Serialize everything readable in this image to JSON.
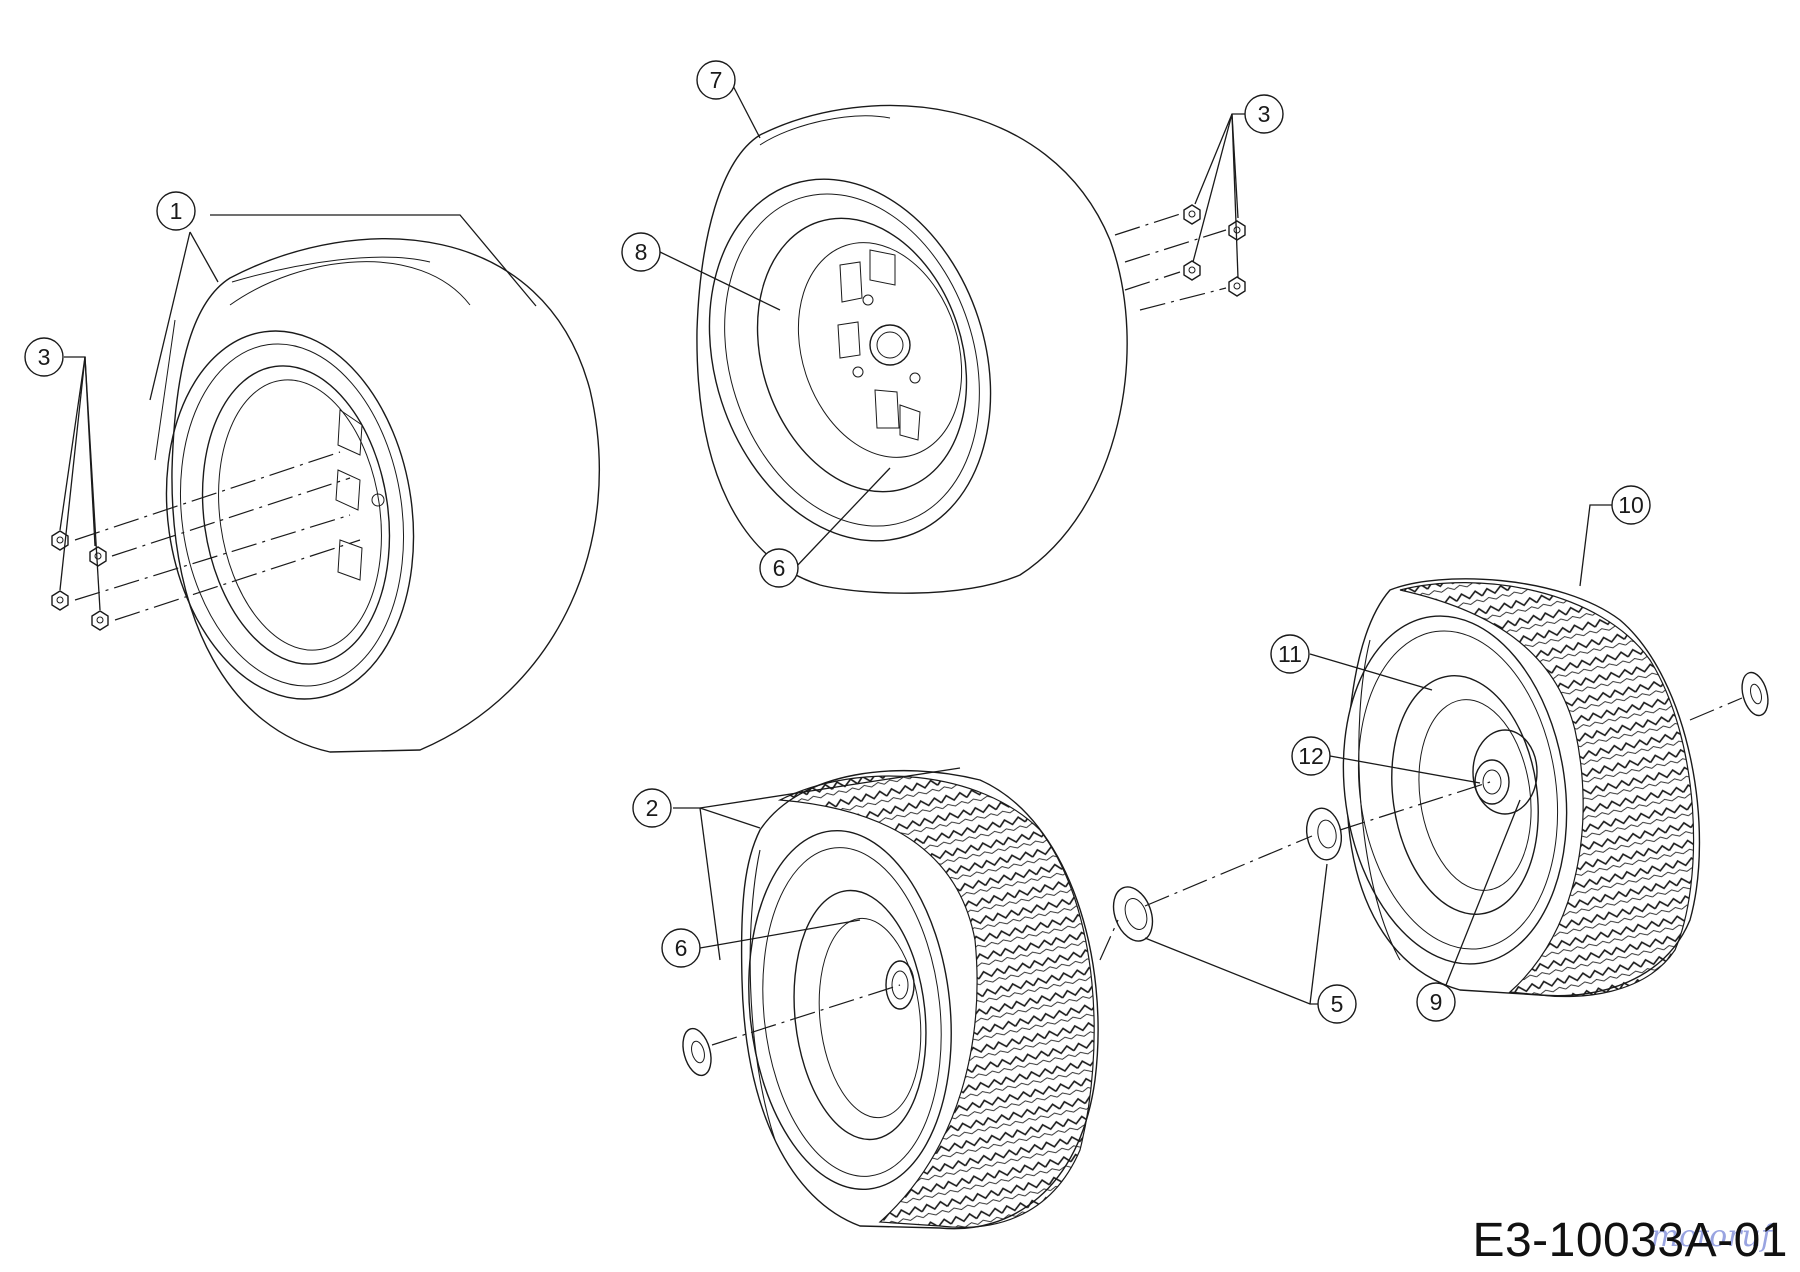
{
  "diagram": {
    "drawing_code": "E3-10033A-01",
    "watermark": "motoruf",
    "callouts": [
      {
        "id": "c1",
        "number": "1"
      },
      {
        "id": "c3a",
        "number": "3"
      },
      {
        "id": "c7",
        "number": "7"
      },
      {
        "id": "c8",
        "number": "8"
      },
      {
        "id": "c6a",
        "number": "6"
      },
      {
        "id": "c3b",
        "number": "3"
      },
      {
        "id": "c10",
        "number": "10"
      },
      {
        "id": "c11",
        "number": "11"
      },
      {
        "id": "c12",
        "number": "12"
      },
      {
        "id": "c2",
        "number": "2"
      },
      {
        "id": "c6b",
        "number": "6"
      },
      {
        "id": "c5",
        "number": "5"
      },
      {
        "id": "c9",
        "number": "9"
      }
    ]
  }
}
